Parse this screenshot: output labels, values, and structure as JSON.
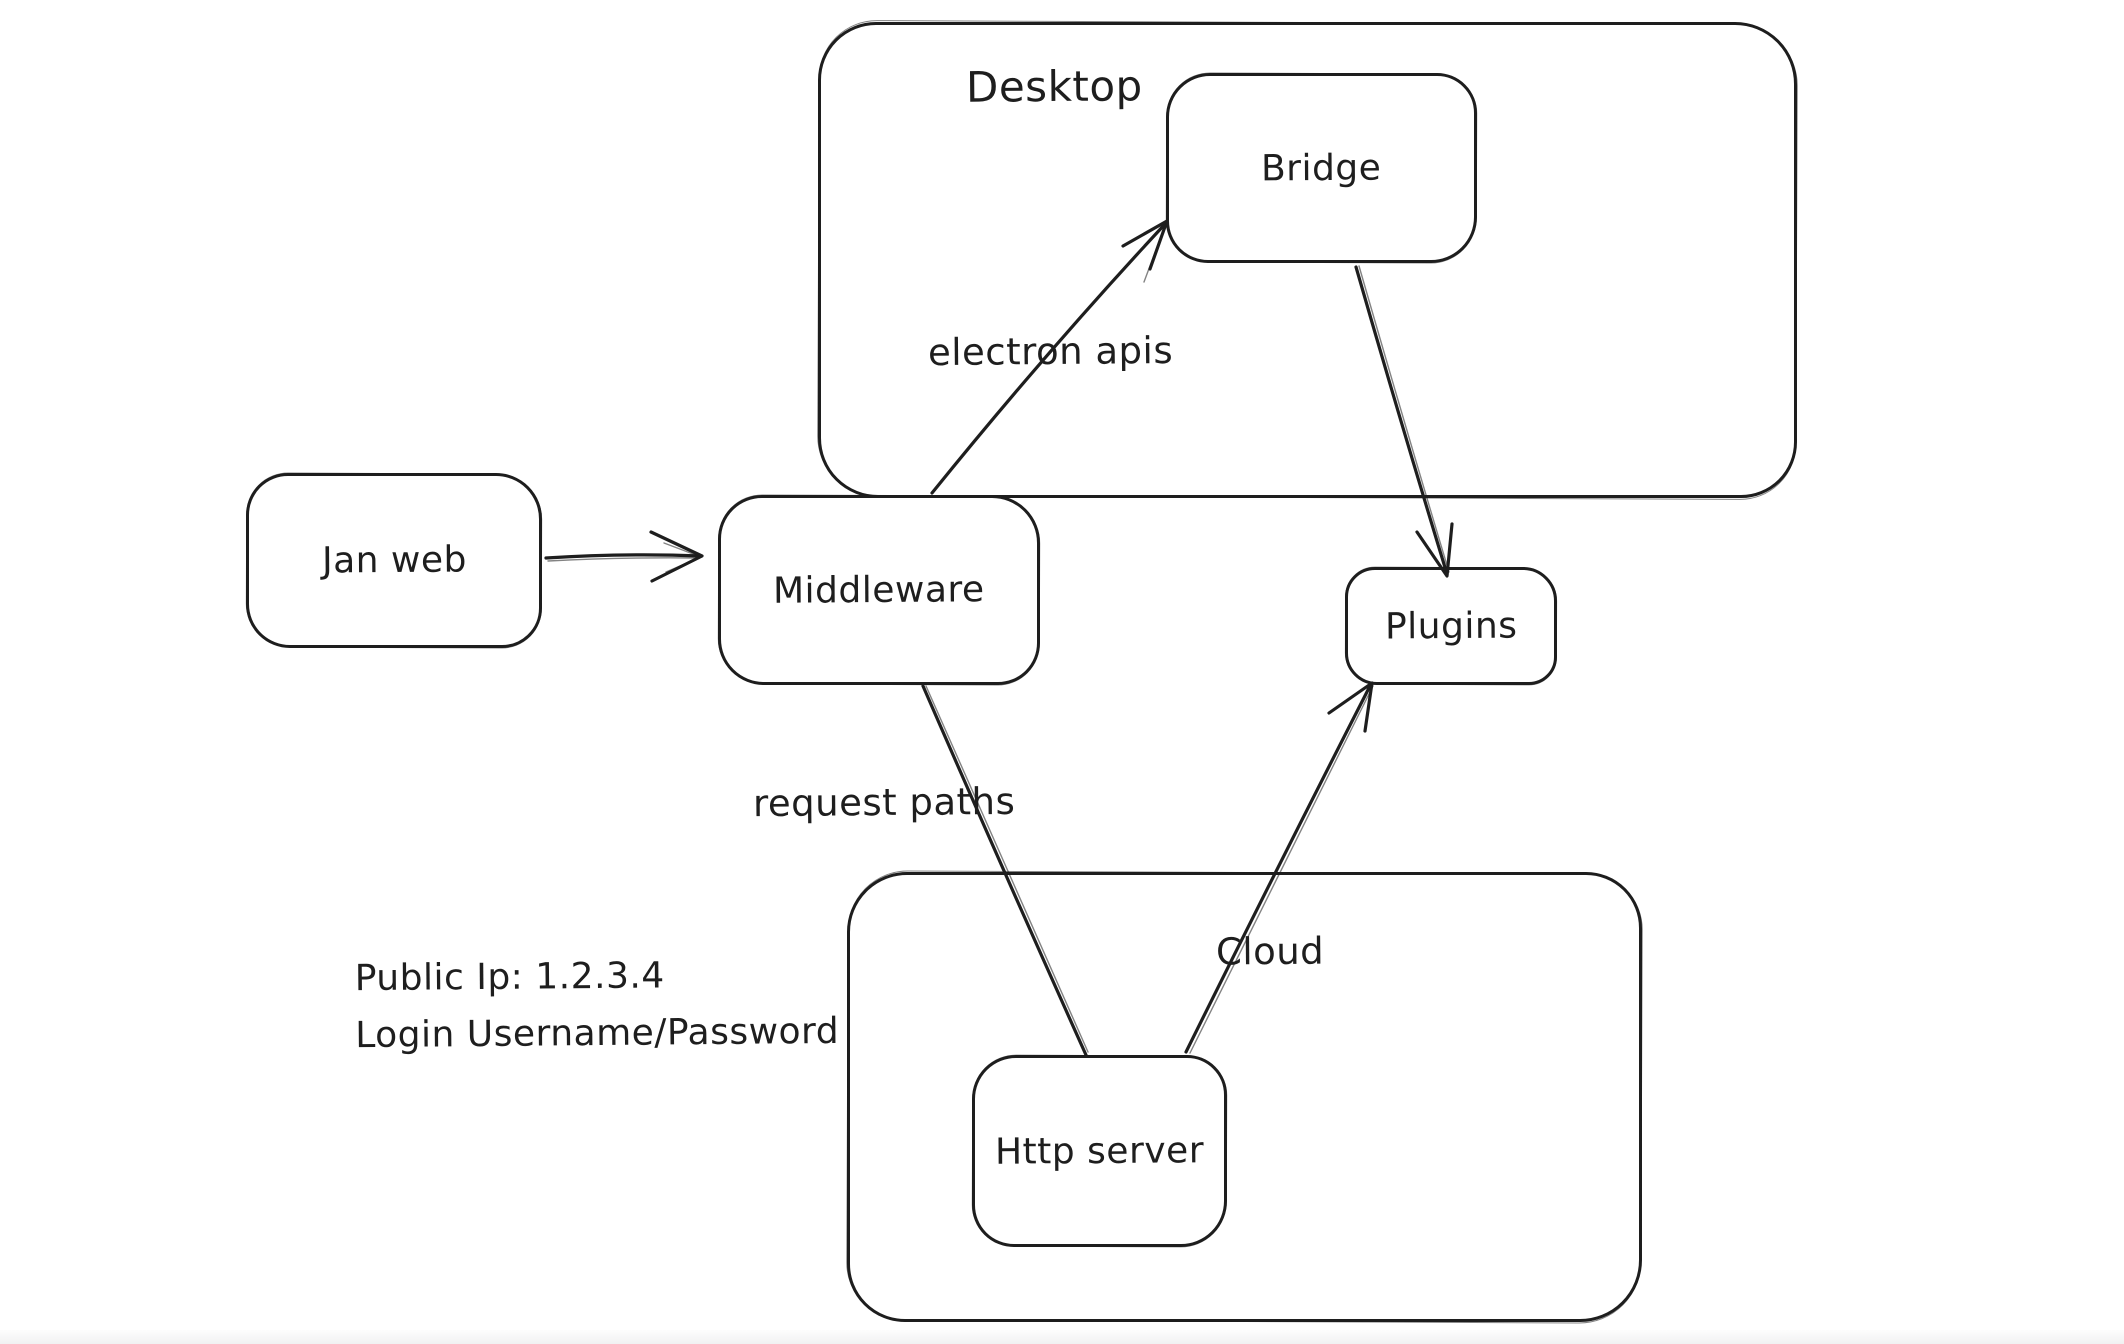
{
  "canvas": {
    "background_color": "#ffffff",
    "stroke_color": "#1e1e1e"
  },
  "containers": {
    "desktop": {
      "label": "Desktop"
    },
    "cloud": {
      "label": "Cloud"
    }
  },
  "nodes": {
    "jan_web": {
      "label": "Jan web"
    },
    "middleware": {
      "label": "Middleware"
    },
    "bridge": {
      "label": "Bridge"
    },
    "plugins": {
      "label": "Plugins"
    },
    "http_server": {
      "label": "Http server"
    }
  },
  "edges": {
    "jan_web_to_middleware": {
      "from": "Jan web",
      "to": "Middleware",
      "label": "",
      "arrowhead": "arrow"
    },
    "middleware_to_bridge": {
      "from": "Middleware",
      "to": "Bridge",
      "label": "electron apis",
      "arrowhead": "arrow"
    },
    "bridge_to_plugins": {
      "from": "Bridge",
      "to": "Plugins",
      "label": "",
      "arrowhead": "arrow"
    },
    "middleware_to_http_server": {
      "from": "Middleware",
      "to": "Http server",
      "label": "request paths",
      "arrowhead": "none"
    },
    "http_server_to_plugins": {
      "from": "Http server",
      "to": "Plugins",
      "label": "",
      "arrowhead": "arrow"
    }
  },
  "annotations": {
    "note_line1": "Public Ip: 1.2.3.4",
    "note_line2": "Login Username/Password"
  }
}
